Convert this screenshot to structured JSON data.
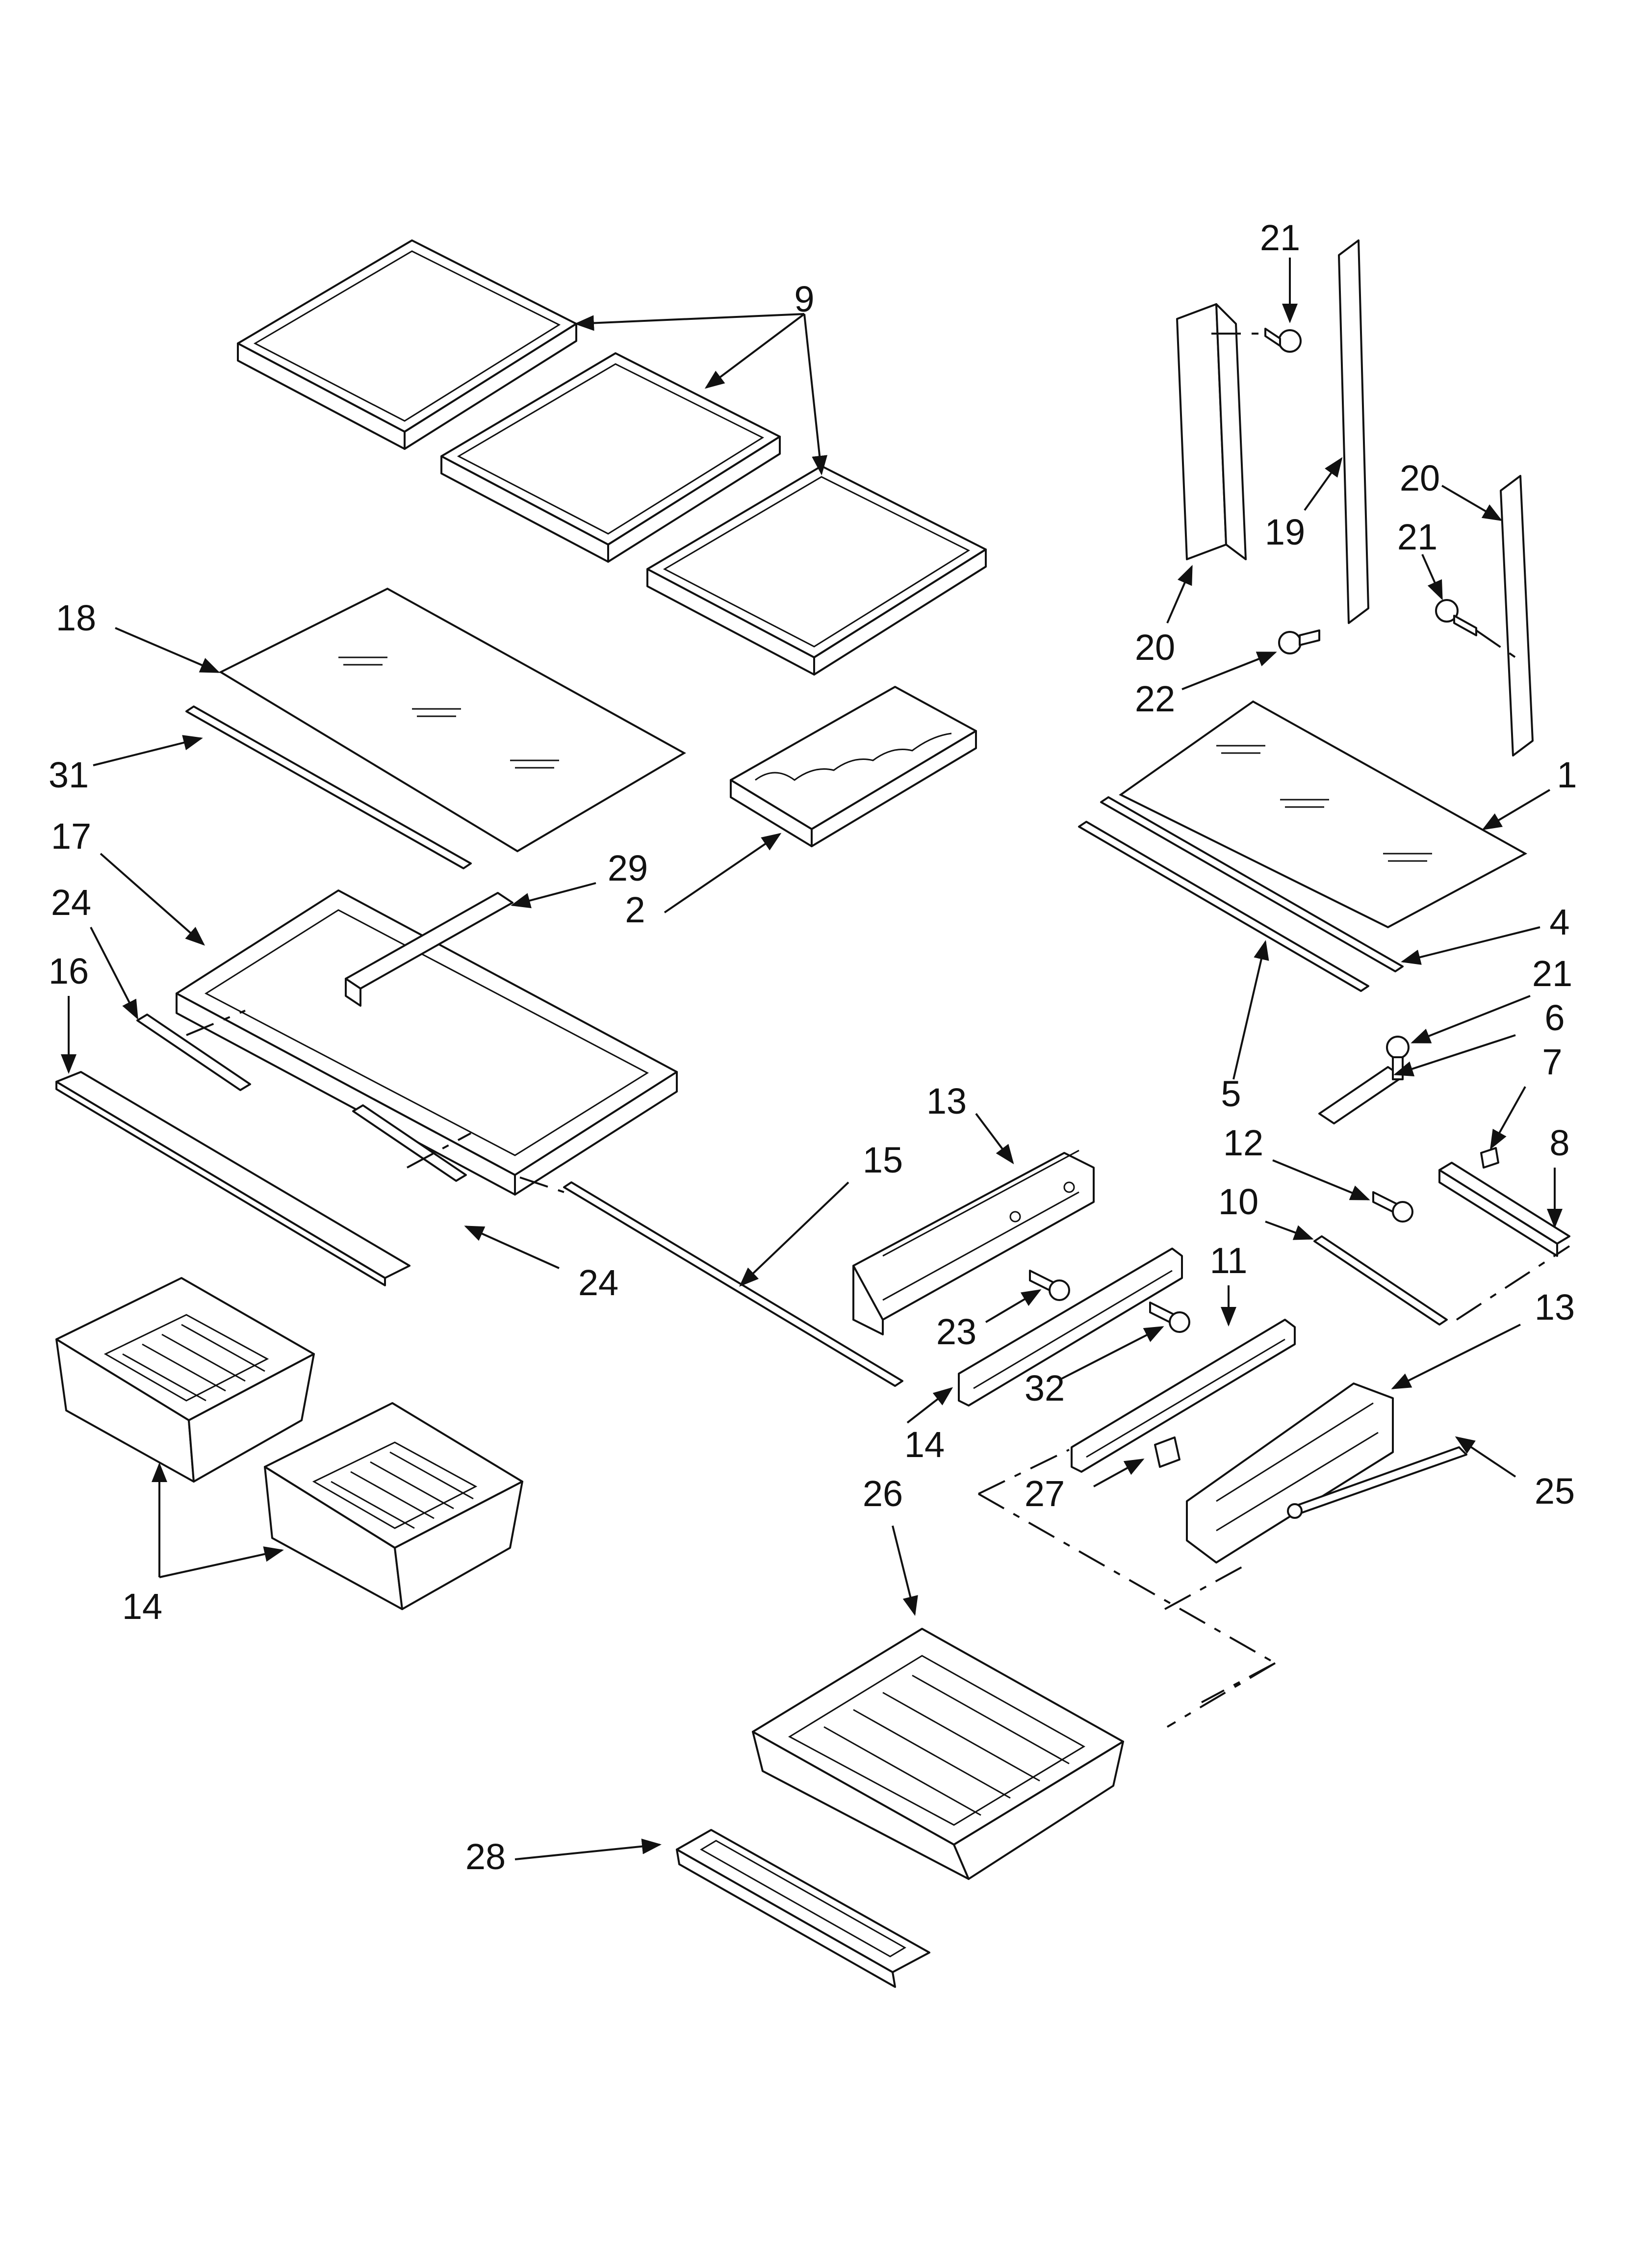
{
  "diagram": {
    "callouts": [
      {
        "id": "c9",
        "label": "9"
      },
      {
        "id": "c21a",
        "label": "21"
      },
      {
        "id": "c20a",
        "label": "20"
      },
      {
        "id": "c19",
        "label": "19"
      },
      {
        "id": "c21b",
        "label": "21"
      },
      {
        "id": "c20b",
        "label": "20"
      },
      {
        "id": "c22",
        "label": "22"
      },
      {
        "id": "c18",
        "label": "18"
      },
      {
        "id": "c31",
        "label": "31"
      },
      {
        "id": "c1",
        "label": "1"
      },
      {
        "id": "c17",
        "label": "17"
      },
      {
        "id": "c29",
        "label": "29"
      },
      {
        "id": "c2",
        "label": "2"
      },
      {
        "id": "c4",
        "label": "4"
      },
      {
        "id": "c24a",
        "label": "24"
      },
      {
        "id": "c21c",
        "label": "21"
      },
      {
        "id": "c16",
        "label": "16"
      },
      {
        "id": "c6",
        "label": "6"
      },
      {
        "id": "c7",
        "label": "7"
      },
      {
        "id": "c5",
        "label": "5"
      },
      {
        "id": "c13a",
        "label": "13"
      },
      {
        "id": "c12",
        "label": "12"
      },
      {
        "id": "c8",
        "label": "8"
      },
      {
        "id": "c15",
        "label": "15"
      },
      {
        "id": "c10",
        "label": "10"
      },
      {
        "id": "c11",
        "label": "11"
      },
      {
        "id": "c24b",
        "label": "24"
      },
      {
        "id": "c13b",
        "label": "13"
      },
      {
        "id": "c23",
        "label": "23"
      },
      {
        "id": "c32",
        "label": "32"
      },
      {
        "id": "c14a",
        "label": "14"
      },
      {
        "id": "c27",
        "label": "27"
      },
      {
        "id": "c25",
        "label": "25"
      },
      {
        "id": "c26",
        "label": "26"
      },
      {
        "id": "c14b",
        "label": "14"
      },
      {
        "id": "c28",
        "label": "28"
      }
    ]
  }
}
